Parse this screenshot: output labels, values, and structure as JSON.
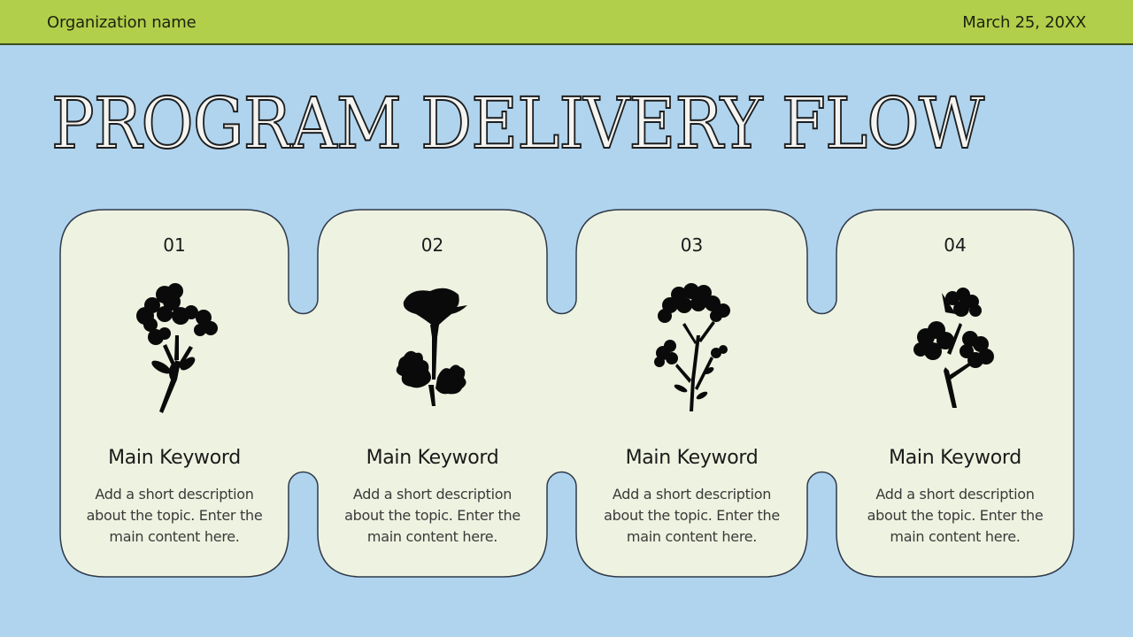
{
  "header": {
    "organization": "Organization name",
    "date": "March 25, 20XX"
  },
  "title": "PROGRAM DELIVERY FLOW",
  "colors": {
    "header_bg": "#b1cf4b",
    "page_bg": "#b0d4ee",
    "card_bg": "#eef2e0",
    "outline": "#2f3a4a"
  },
  "steps": [
    {
      "number": "01",
      "icon": "flower-cluster-icon",
      "keyword": "Main Keyword",
      "description": "Add a short description about the topic. Enter the main content here."
    },
    {
      "number": "02",
      "icon": "flower-single-icon",
      "keyword": "Main Keyword",
      "description": "Add a short description about the topic. Enter the main content here."
    },
    {
      "number": "03",
      "icon": "flower-branch-icon",
      "keyword": "Main Keyword",
      "description": "Add a short description about the topic. Enter the main content here."
    },
    {
      "number": "04",
      "icon": "flower-blossom-icon",
      "keyword": "Main Keyword",
      "description": "Add a short description about the topic. Enter the main content here."
    }
  ]
}
